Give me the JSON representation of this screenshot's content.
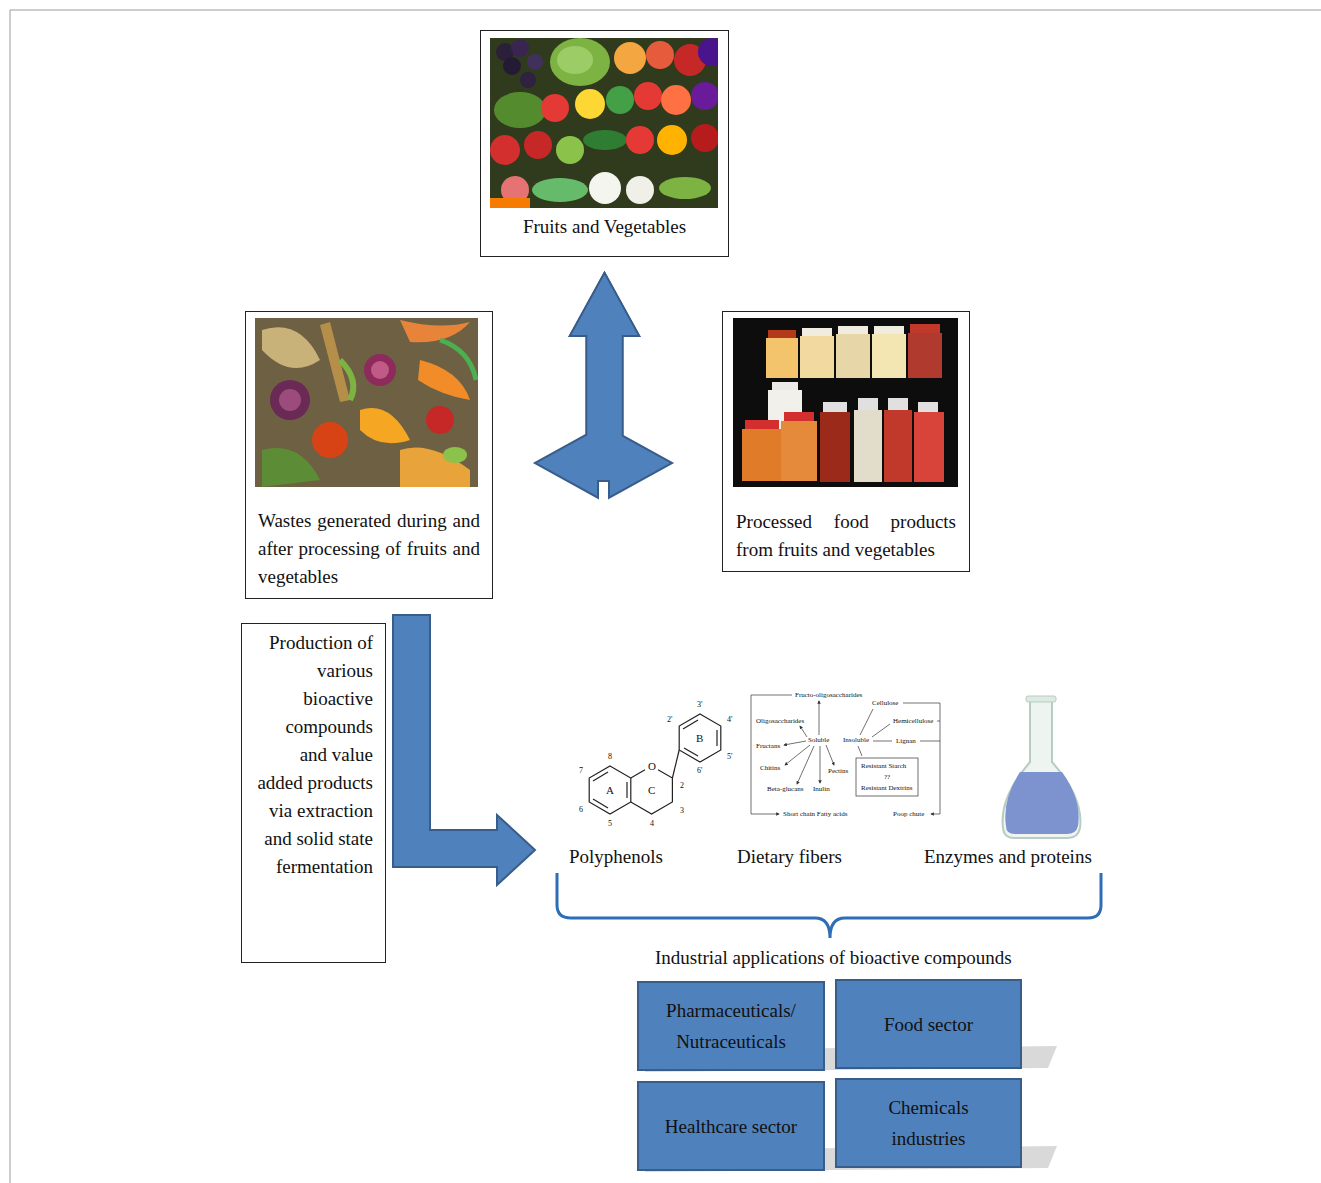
{
  "diagram": {
    "nodes": [
      {
        "text": [
          "Fruits and Vegetables"
        ]
      },
      {
        "text": [
          "Wastes generated during and after processing of fruits and vegetables"
        ]
      },
      {
        "text": [
          "Processed food products from fruits and vegetables"
        ]
      },
      {
        "text": [
          "Production of various bioactive compounds and value added products via extraction and solid state fermentation"
        ]
      },
      {
        "text": [
          "Pharmaceuticals/ Nutraceuticals"
        ]
      },
      {
        "text": [
          "Food sector"
        ]
      },
      {
        "text": [
          "Healthcare sector"
        ]
      },
      {
        "text": [
          "Chemicals industries"
        ]
      }
    ],
    "edges": [
      {
        "from": 0,
        "to": 1,
        "arrow": "both"
      },
      {
        "from": 0,
        "to": 2,
        "arrow": "both"
      }
    ],
    "labels": [
      "Polyphenols",
      "Dietary fibers",
      "Enzymes and proteins",
      "Industrial applications of bioactive compounds",
      "A",
      "C",
      "B",
      "O",
      "2",
      "3",
      "4",
      "5",
      "6",
      "7",
      "8",
      "2'",
      "3'",
      "4'",
      "5'",
      "6'",
      "Fructo-oligosaccharides",
      "Oligosaccharides",
      "Fructans",
      "Soluble",
      "Chitins",
      "Pectins",
      "Beta-glucans",
      "Inulin",
      "Short chain Fatty acids",
      "Cellulose",
      "Hemicellulose",
      "Insoluble",
      "Lignan",
      "Resistant Starch",
      "??",
      "Resistant Dextrins",
      "Poop chute"
    ]
  }
}
